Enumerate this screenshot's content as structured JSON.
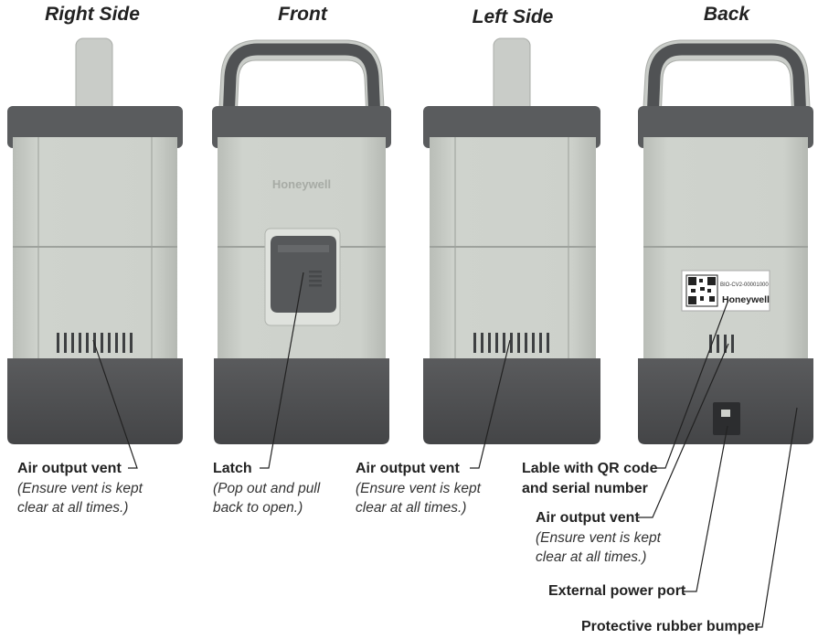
{
  "views": [
    {
      "title": "Right Side"
    },
    {
      "title": "Front"
    },
    {
      "title": "Left Side"
    },
    {
      "title": "Back"
    }
  ],
  "device": {
    "brand": "Honeywell",
    "serial": "BIO-CV2-00001000",
    "colors": {
      "body": "#c7cbc5",
      "body_light": "#d3d7d1",
      "bumper": "#4d4e50",
      "handle": "#56585a",
      "handle_light": "#c9ccc8",
      "seam": "#9ea29d"
    }
  },
  "callouts": {
    "right_vent": {
      "label": "Air output vent",
      "note_line1": "(Ensure vent is kept",
      "note_line2": "clear at all times.)"
    },
    "latch": {
      "label": "Latch",
      "note_line1": "(Pop out and pull",
      "note_line2": "back to open.)"
    },
    "left_vent": {
      "label": "Air output vent",
      "note_line1": "(Ensure vent is kept",
      "note_line2": "clear at all times.)"
    },
    "qr_label": {
      "label_line1": "Lable with QR code",
      "label_line2": "and serial number"
    },
    "back_vent": {
      "label": "Air output vent",
      "note_line1": "(Ensure vent is kept",
      "note_line2": "clear at all times.)"
    },
    "power_port": {
      "label": "External power port"
    },
    "bumper": {
      "label": "Protective rubber bumper"
    }
  }
}
